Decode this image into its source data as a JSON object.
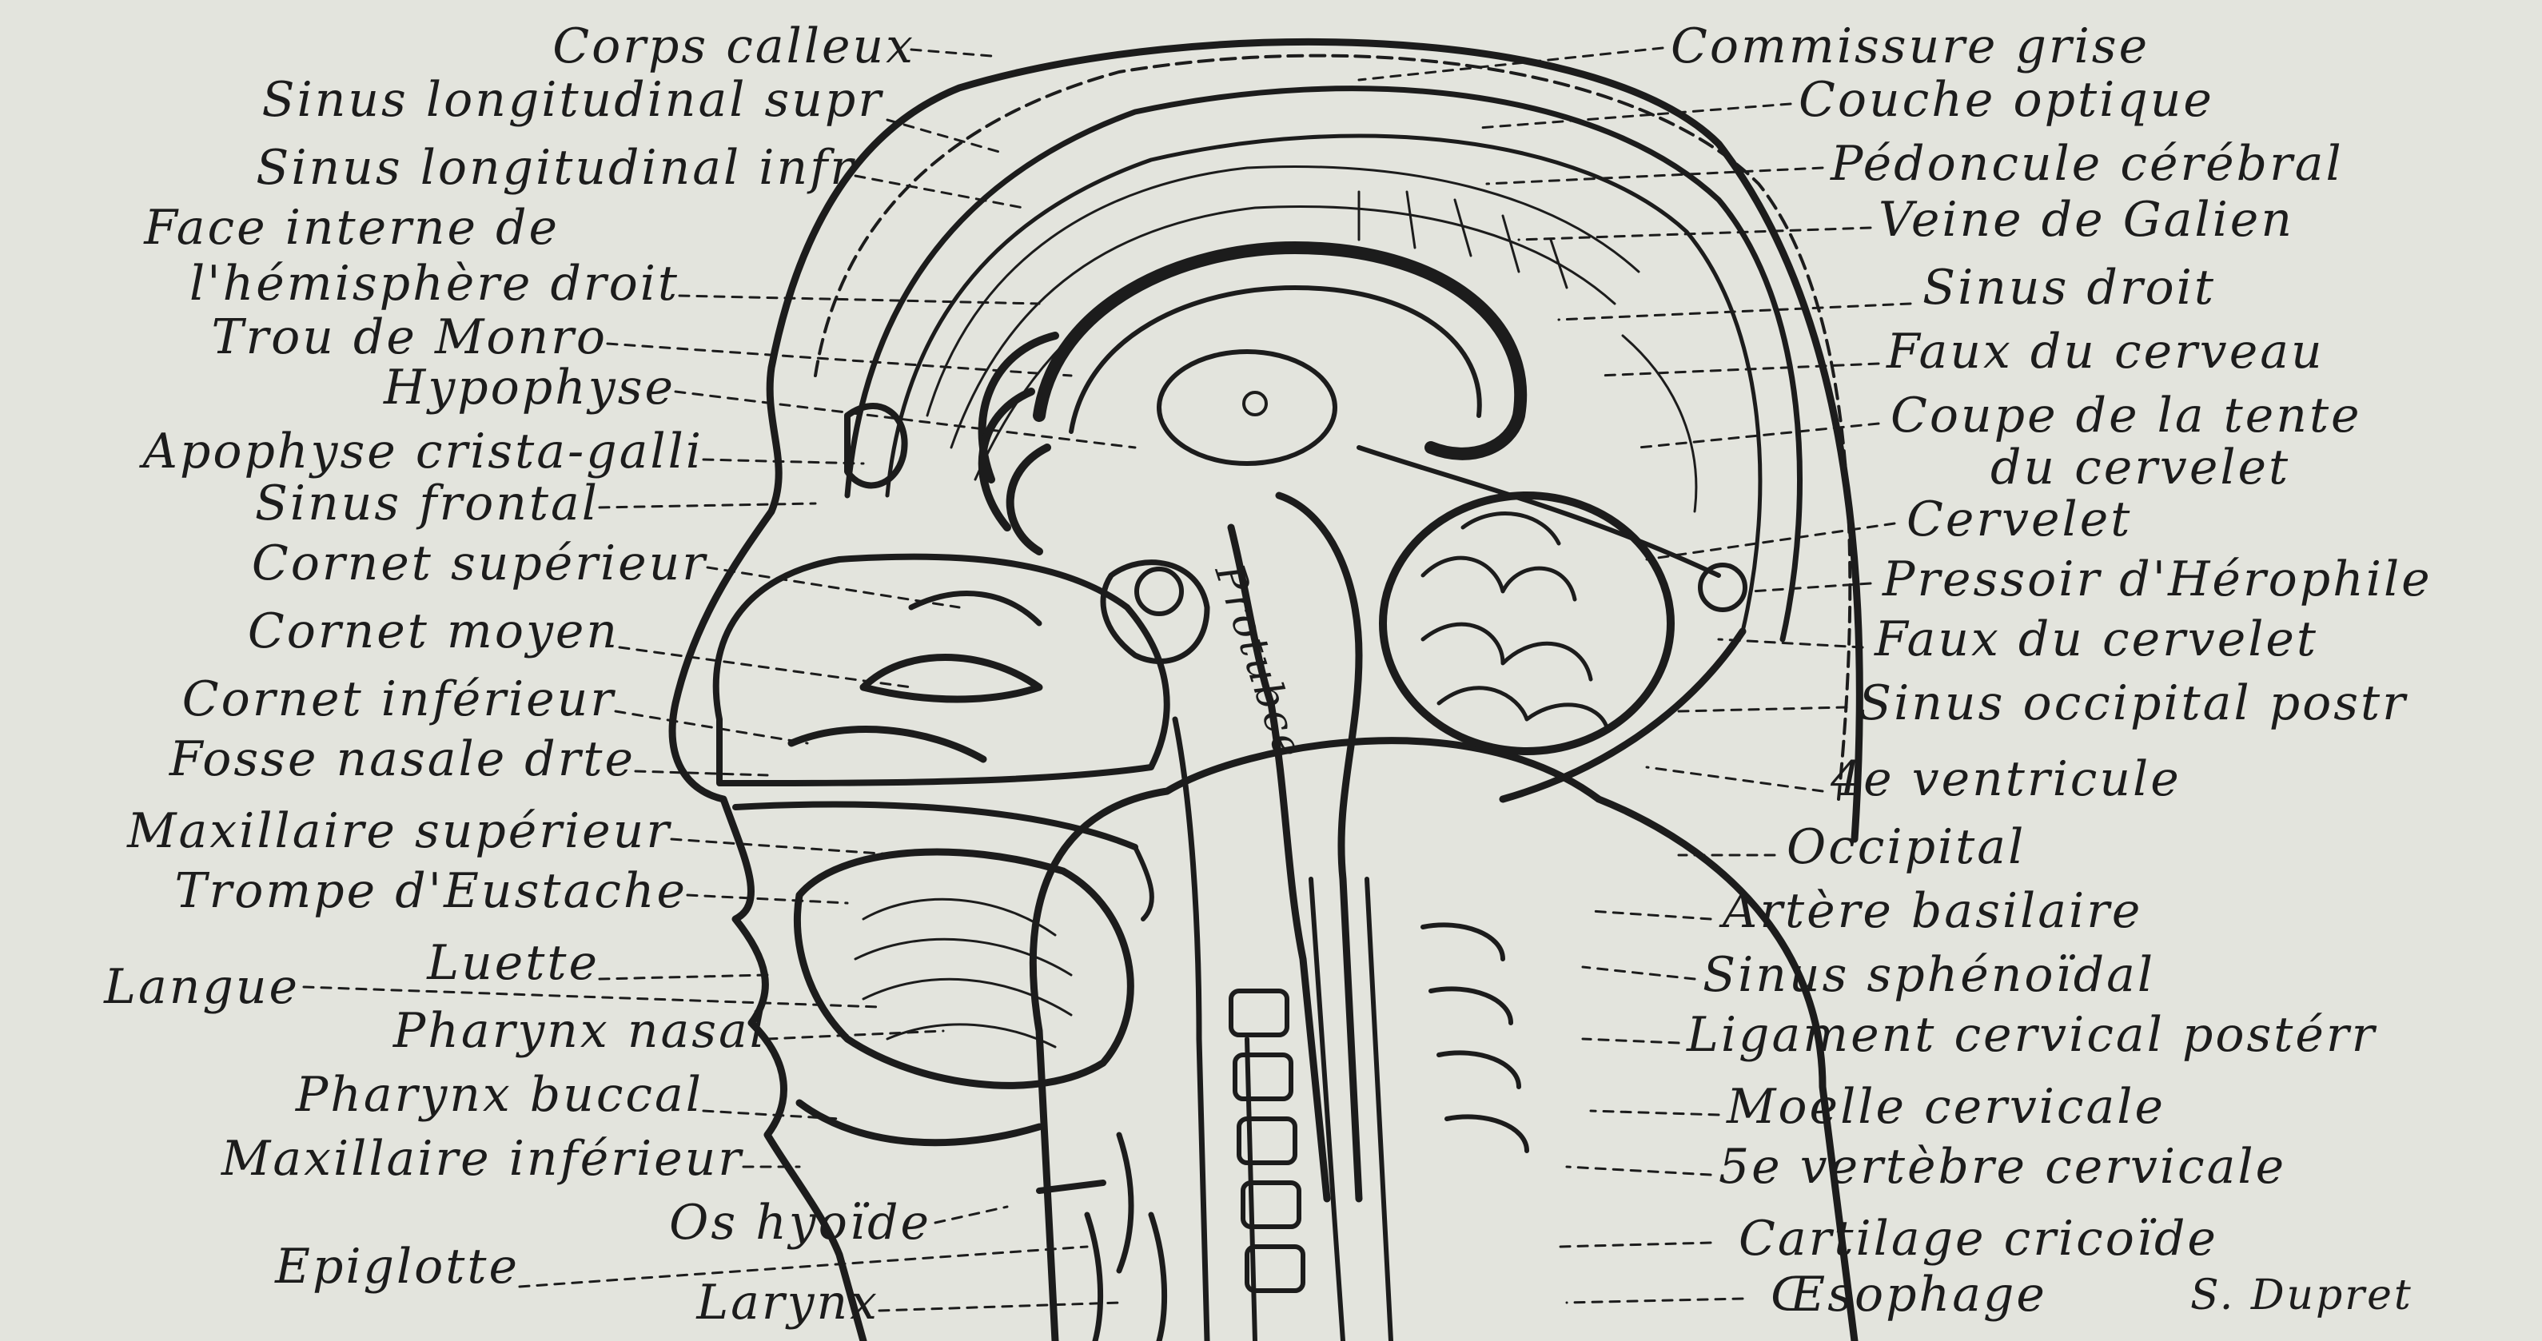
{
  "labels_left": [
    "Corps calleux",
    "Sinus longitudinal supr",
    "Sinus longitudinal infr",
    "Face interne de",
    "l'hémisphère droit",
    "Trou de Monro",
    "Hypophyse",
    "Apophyse crista-galli",
    "Sinus frontal",
    "Cornet supérieur",
    "Cornet moyen",
    "Cornet inférieur",
    "Fosse nasale drte",
    "Maxillaire supérieur",
    "Trompe d'Eustache",
    "Luette",
    "Langue",
    "Pharynx nasal",
    "Pharynx buccal",
    "Maxillaire inférieur",
    "Os hyoïde",
    "Epiglotte",
    "Larynx"
  ],
  "labels_right": [
    "Commissure grise",
    "Couche optique",
    "Pédoncule cérébral",
    "Veine de Galien",
    "Sinus droit",
    "Faux du cerveau",
    "Coupe de la tente",
    "du cervelet",
    "Cervelet",
    "Pressoir d'Hérophile",
    "Faux du cervelet",
    "Sinus occipital postr",
    "4e ventricule",
    "Occipital",
    "Artère basilaire",
    "Sinus sphénoïdal",
    "Ligament cervical postérr",
    "Moelle cervicale",
    "5e vertèbre cervicale",
    "Cartilage cricoïde",
    "Œsophage"
  ],
  "specimen_label": "Protubce",
  "signature": "S. Dupret",
  "colors": {
    "paper": "#e3e4dd",
    "ink": "#1c1c1c"
  }
}
